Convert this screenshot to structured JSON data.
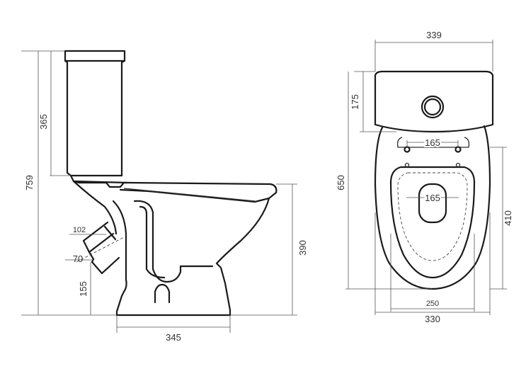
{
  "side_view": {
    "height_total": "759",
    "tank_height": "365",
    "bowl_height": "390",
    "base_width": "345",
    "outlet_diameter": "102",
    "outlet_label_70": "70",
    "outlet_height": "155"
  },
  "top_view": {
    "tank_width": "339",
    "tank_depth": "175",
    "total_depth": "650",
    "bowl_depth": "410",
    "seat_hinge_spacing": "165",
    "seat_inner": "165",
    "bowl_width_inner": "250",
    "bowl_width_outer": "330"
  }
}
